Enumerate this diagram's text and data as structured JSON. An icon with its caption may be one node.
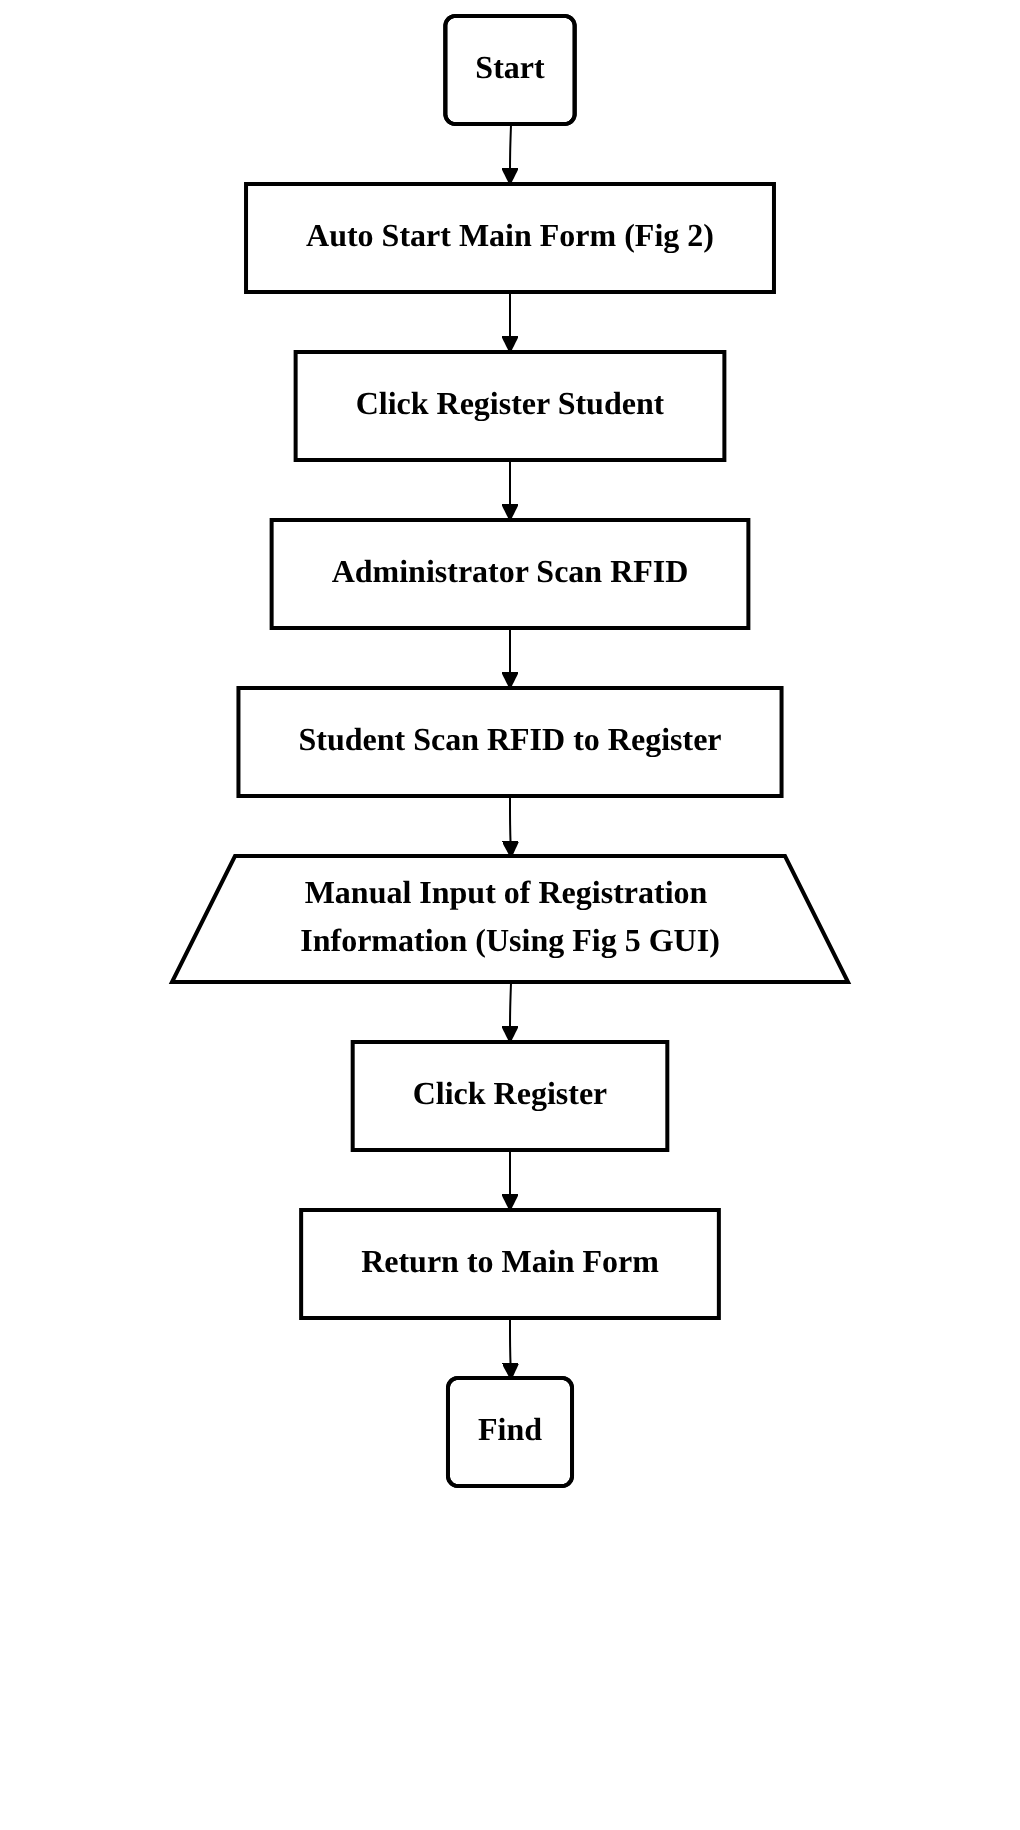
{
  "diagram": {
    "nodes": [
      {
        "text": [
          "Start"
        ]
      },
      {
        "text": [
          "Auto Start Main Form (Fig 2)"
        ]
      },
      {
        "text": [
          "Click Register Student"
        ]
      },
      {
        "text": [
          "Administrator Scan RFID"
        ]
      },
      {
        "text": [
          "Student Scan RFID to Register"
        ]
      },
      {
        "text": [
          "Manual Input of Registration Information (Using Fig 5 GUI)"
        ]
      },
      {
        "text": [
          "Click Register"
        ]
      },
      {
        "text": [
          "Return to Main Form"
        ]
      },
      {
        "text": [
          "Find"
        ]
      }
    ],
    "edges": [
      {
        "from": 0,
        "to": 1,
        "arrow": "to"
      },
      {
        "from": 1,
        "to": 2,
        "arrow": "to"
      },
      {
        "from": 2,
        "to": 3,
        "arrow": "to"
      },
      {
        "from": 3,
        "to": 4,
        "arrow": "to"
      },
      {
        "from": 4,
        "to": 5,
        "arrow": "to"
      },
      {
        "from": 5,
        "to": 6,
        "arrow": "to"
      },
      {
        "from": 6,
        "to": 7,
        "arrow": "to"
      },
      {
        "from": 7,
        "to": 8,
        "arrow": "to"
      }
    ]
  }
}
